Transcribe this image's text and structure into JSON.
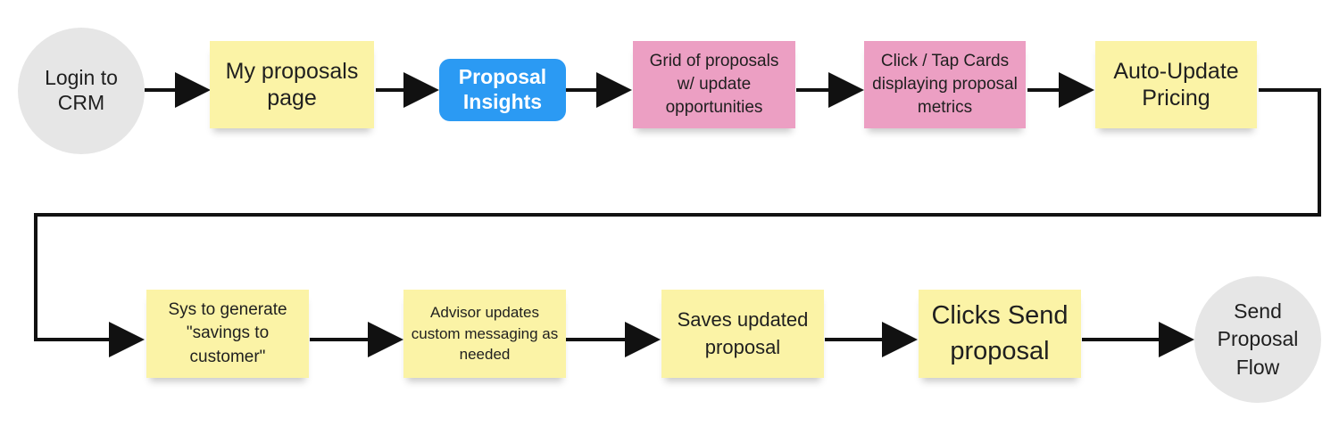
{
  "nodes": {
    "login": "Login to CRM",
    "my_proposals": "My proposals page",
    "proposal_insights": "Proposal Insights",
    "grid_proposals": "Grid of proposals w/ update opportunities",
    "click_tap_cards": "Click / Tap Cards displaying proposal metrics",
    "auto_update_pricing": "Auto-Update Pricing",
    "sys_generate_savings": "Sys to generate \"savings to customer\"",
    "advisor_updates": "Advisor updates custom messaging as needed",
    "saves_updated": "Saves updated proposal",
    "clicks_send": "Clicks Send proposal",
    "send_flow": "Send Proposal Flow"
  },
  "colors": {
    "circle": "#e6e6e6",
    "yellow_note": "#fbf3a6",
    "pink_note": "#ec9fc3",
    "highlight_pill": "#2b9af3",
    "connector": "#111111"
  }
}
